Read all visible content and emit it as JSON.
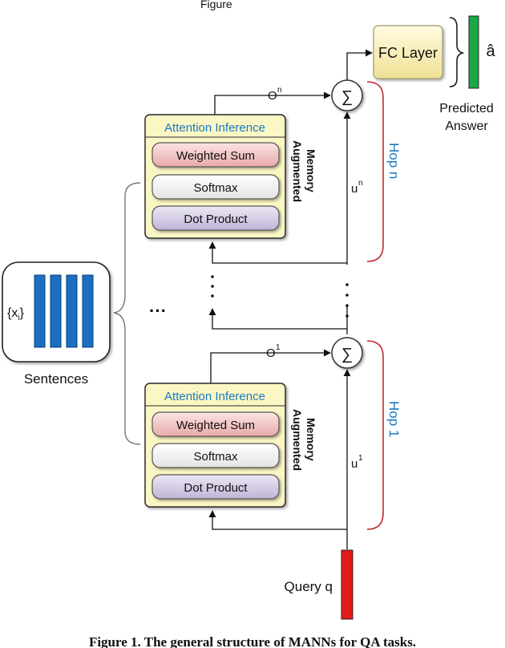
{
  "diagram": {
    "top_text": "Figure",
    "fc_layer": "FC Layer",
    "answer_symbol": "â",
    "predicted_answer": [
      "Predicted",
      "Answer"
    ],
    "o_n": "O",
    "o_n_sup": "n",
    "o_1": "O",
    "o_1_sup": "1",
    "u_n": "u",
    "u_n_sup": "n",
    "u_1": "u",
    "u_1_sup": "1",
    "sum_symbol": "∑",
    "hop_n": "Hop n",
    "hop_1": "Hop 1",
    "memory_blocks": [
      {
        "header": "Attention Inference",
        "rows": [
          "Weighted Sum",
          "Softmax",
          "Dot Product"
        ],
        "side_label": [
          "Augmented",
          "Memory"
        ]
      },
      {
        "header": "Attention Inference",
        "rows": [
          "Weighted Sum",
          "Softmax",
          "Dot Product"
        ],
        "side_label": [
          "Augmented",
          "Memory"
        ]
      }
    ],
    "sentences_var": "{x",
    "sentences_var_sub": "i",
    "sentences_var_close": "}",
    "sentences_label": "Sentences",
    "ellipsis": "···",
    "query_label": "Query  q",
    "caption": "Figure 1. The general structure of MANNs for QA tasks."
  },
  "colors": {
    "block_fill": "#fbf7c4",
    "block_border": "#2a2a2a",
    "weighted_sum": "#f2c4c4",
    "softmax": "#ffffff",
    "dot_product": "#d6cfe6",
    "header_text": "#1a78c2",
    "fc_fill": "#fbf3b0",
    "answer_bar": "#1aa846",
    "query_bar": "#e51a1a",
    "sentence_bars": "#1a6fc2",
    "hop_bracket": "#c0272d"
  }
}
